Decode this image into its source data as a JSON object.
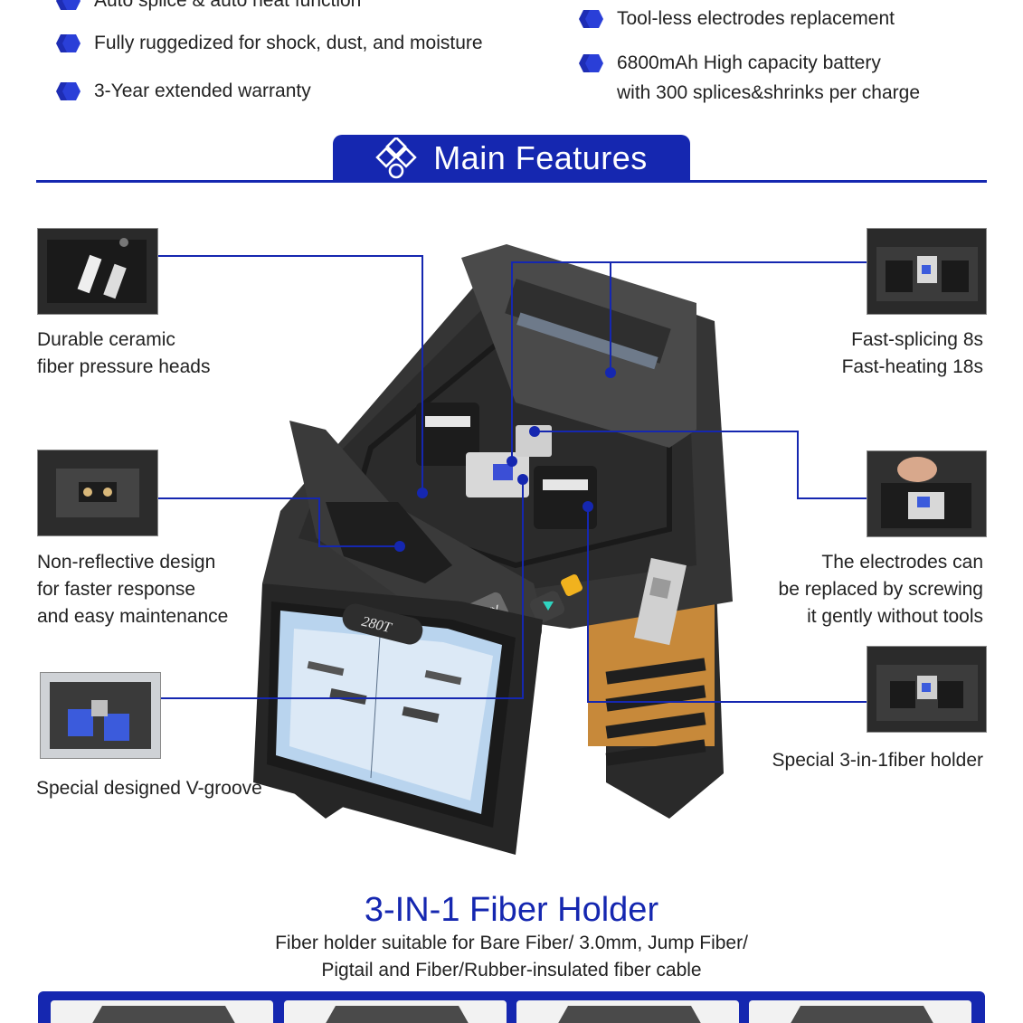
{
  "top_bullets": {
    "left": [
      "Auto splice & auto heat function",
      "Fully ruggedized for shock, dust, and moisture",
      "3-Year extended warranty"
    ],
    "right_1": "Tool-less electrodes replacement",
    "right_2_line1": "6800mAh High capacity battery",
    "right_2_line2": "with 300 splices&shrinks per charge"
  },
  "section": {
    "title": "Main Features"
  },
  "callouts": {
    "pressure_heads": [
      "Durable ceramic",
      "fiber pressure heads"
    ],
    "non_reflective": [
      "Non-reflective design",
      "for faster response",
      "and easy maintenance"
    ],
    "v_groove": [
      "Special designed V-groove"
    ],
    "fast_splicing": [
      "Fast-splicing 8s",
      "Fast-heating 18s"
    ],
    "electrodes": [
      "The electrodes can",
      "be replaced by screwing",
      "it gently without tools"
    ],
    "fiber_holder": [
      "Special 3-in-1fiber holder"
    ]
  },
  "device": {
    "model": "280T",
    "key_label": "X/Y"
  },
  "holder_section": {
    "title": "3-IN-1 Fiber Holder",
    "desc_line1": "Fiber holder suitable for Bare Fiber/ 3.0mm, Jump Fiber/",
    "desc_line2": "Pigtail and Fiber/Rubber-insulated fiber cable"
  },
  "colors": {
    "accent": "#1527b0",
    "device_body": "#2e2e2e",
    "device_orange": "#c7893a"
  }
}
